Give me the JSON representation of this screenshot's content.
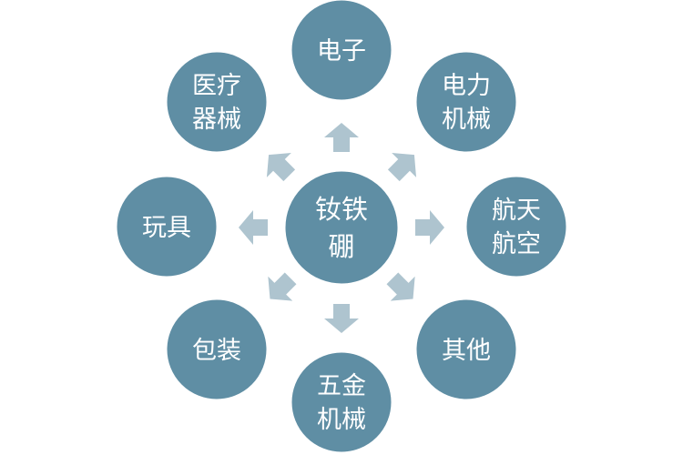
{
  "diagram": {
    "center": {
      "lines": [
        "钕铁",
        "硼"
      ]
    },
    "nodes": [
      {
        "id": "electronics",
        "lines": [
          "电子"
        ]
      },
      {
        "id": "power-machinery",
        "lines": [
          "电力",
          "机械"
        ]
      },
      {
        "id": "aerospace",
        "lines": [
          "航天",
          "航空"
        ]
      },
      {
        "id": "others",
        "lines": [
          "其他"
        ]
      },
      {
        "id": "hardware-machinery",
        "lines": [
          "五金",
          "机械"
        ]
      },
      {
        "id": "packaging",
        "lines": [
          "包装"
        ]
      },
      {
        "id": "toys",
        "lines": [
          "玩具"
        ]
      },
      {
        "id": "medical-devices",
        "lines": [
          "医疗",
          "器械"
        ]
      }
    ],
    "colors": {
      "node": "#5f8ea4",
      "arrow": "#aec4cf",
      "text": "#ffffff",
      "outline": "#ffffff"
    }
  }
}
